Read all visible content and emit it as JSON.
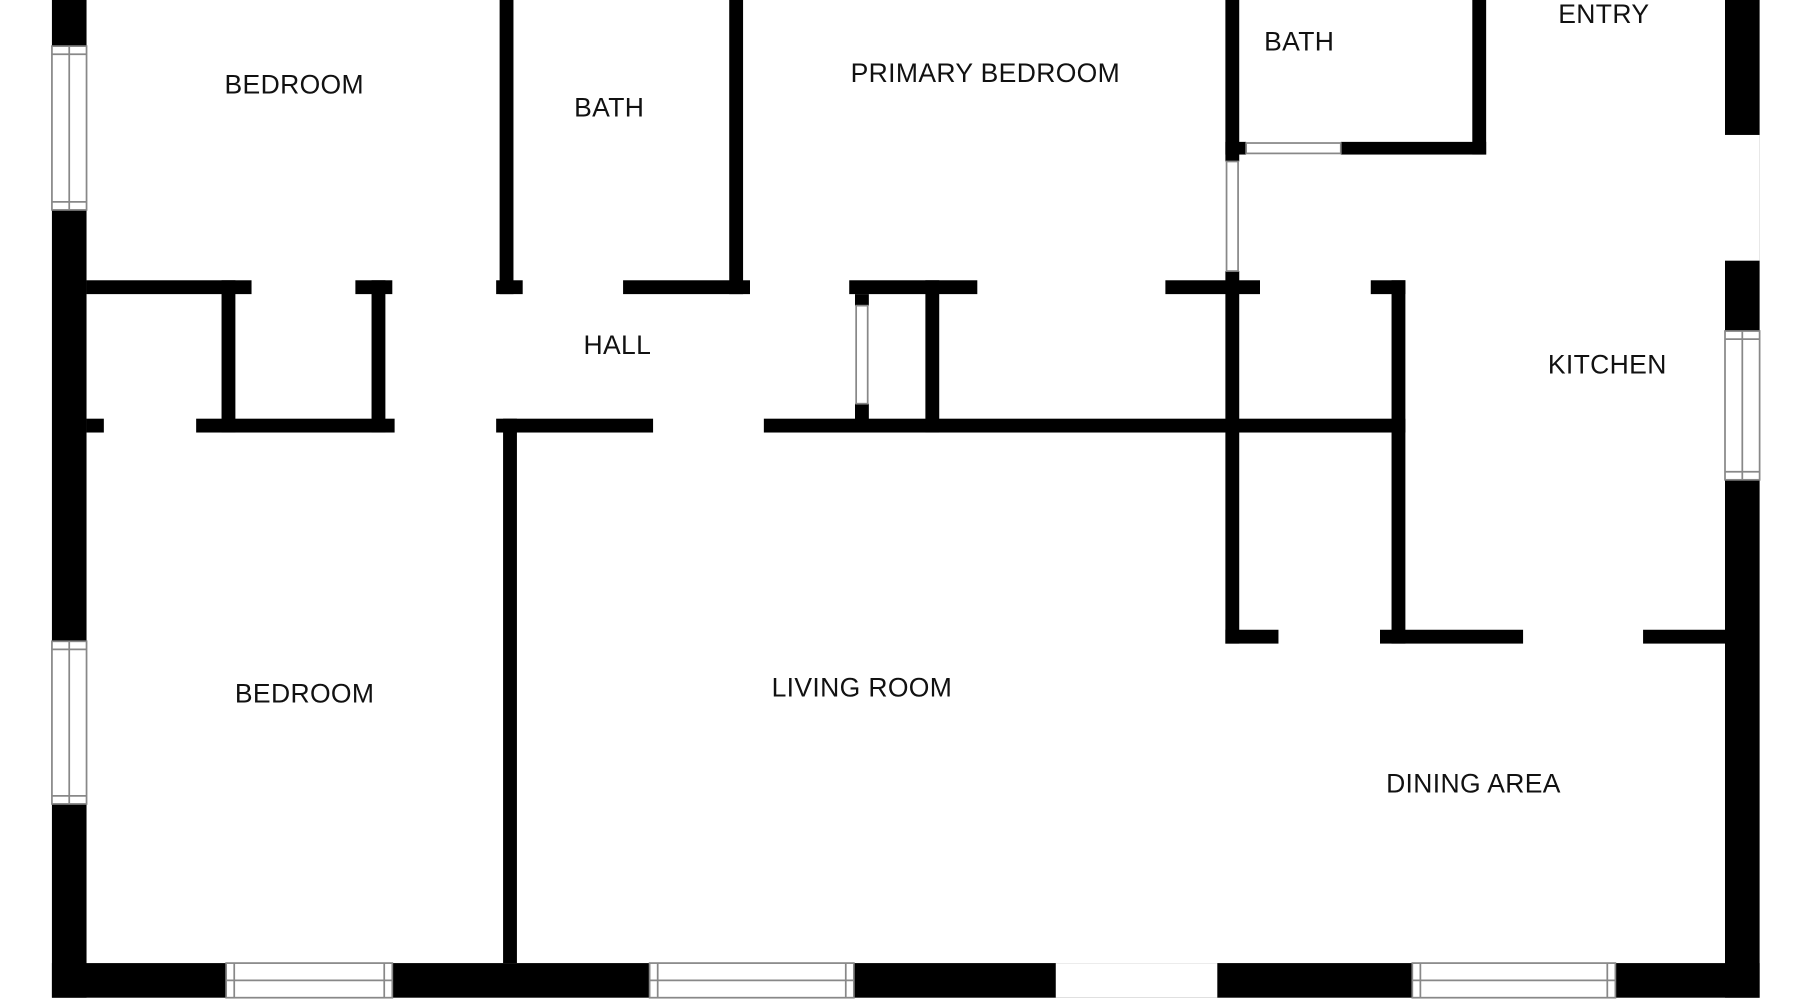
{
  "rooms": {
    "bedroom_top": "BEDROOM",
    "bath_left": "BATH",
    "primary_bedroom": "PRIMARY BEDROOM",
    "bath_right": "BATH",
    "entry": "ENTRY",
    "hall": "HALL",
    "kitchen": "KITCHEN",
    "bedroom_bottom": "BEDROOM",
    "living_room": "LIVING ROOM",
    "dining_area": "DINING AREA"
  },
  "colors": {
    "wall": "#000000",
    "background": "#ffffff"
  }
}
